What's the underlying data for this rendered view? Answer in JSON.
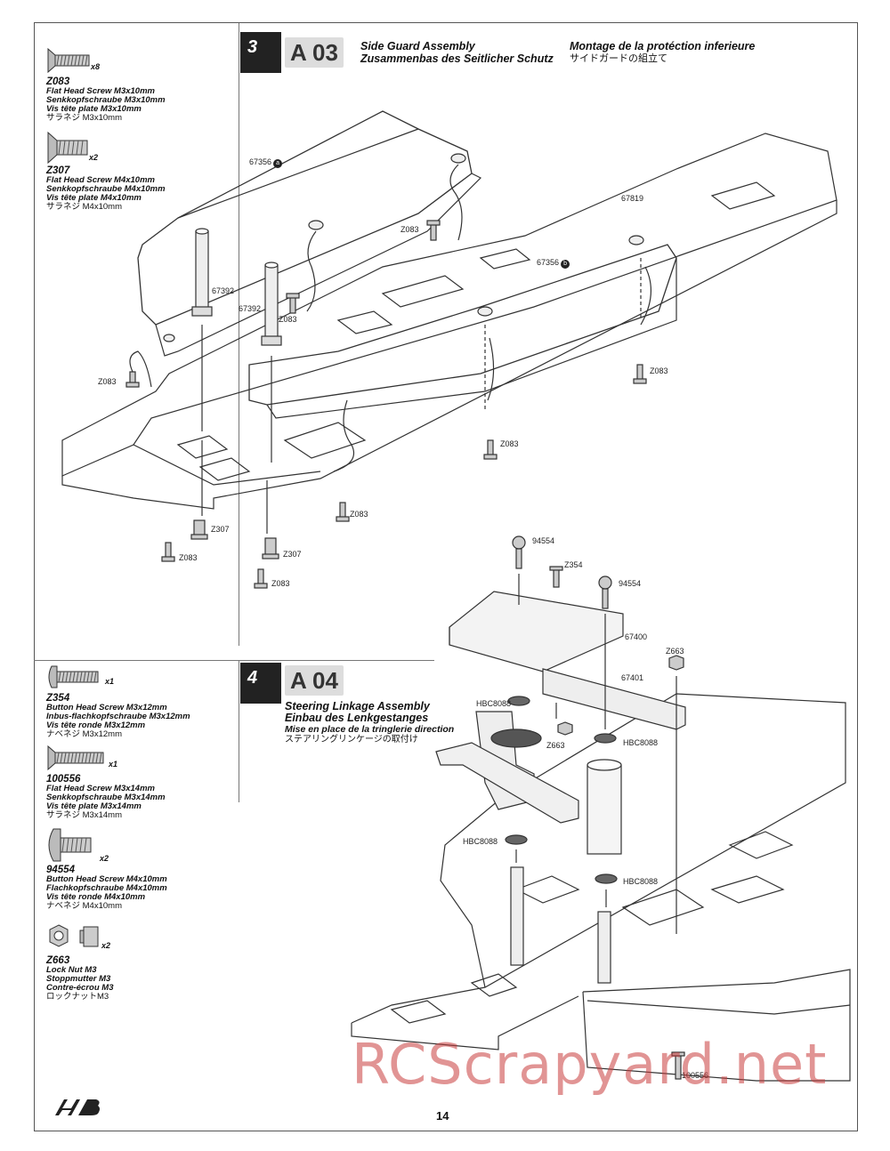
{
  "page": {
    "number": "14",
    "watermark": "RCScrapyard.net"
  },
  "steps": [
    {
      "number": "3",
      "code": "A 03",
      "title_en": "Side Guard Assembly",
      "title_de": "Zusammenbas des Seitlicher Schutz",
      "title_fr": "Montage de la protéction inferieure",
      "title_jp": "サイドガードの組立て"
    },
    {
      "number": "4",
      "code": "A 04",
      "title_en": "Steering Linkage Assembly",
      "title_de": "Einbau des Lenkgestanges",
      "title_fr": "Mise en place de la tringlerie direction",
      "title_jp": "ステアリングリンケージの取付け"
    }
  ],
  "parts_step3": [
    {
      "qty": "x8",
      "code": "Z083",
      "en": "Flat Head Screw M3x10mm",
      "de": "Senkkopfschraube M3x10mm",
      "fr": "Vis tête plate M3x10mm",
      "jp": "サラネジ M3x10mm"
    },
    {
      "qty": "x2",
      "code": "Z307",
      "en": "Flat Head Screw M4x10mm",
      "de": "Senkkopfschraube M4x10mm",
      "fr": "Vis tête plate M4x10mm",
      "jp": "サラネジ M4x10mm"
    }
  ],
  "parts_step4": [
    {
      "qty": "x1",
      "code": "Z354",
      "en": "Button Head Screw M3x12mm",
      "de": "Inbus-flachkopfschraube M3x12mm",
      "fr": "Vis tête ronde M3x12mm",
      "jp": "ナベネジ M3x12mm"
    },
    {
      "qty": "x1",
      "code": "100556",
      "en": "Flat Head Screw M3x14mm",
      "de": "Senkkopfschraube M3x14mm",
      "fr": "Vis tête plate M3x14mm",
      "jp": "サラネジ M3x14mm"
    },
    {
      "qty": "x2",
      "code": "94554",
      "en": "Button Head Screw M4x10mm",
      "de": "Flachkopfschraube M4x10mm",
      "fr": "Vis tête ronde M4x10mm",
      "jp": "ナベネジ M4x10mm"
    },
    {
      "qty": "x2",
      "code": "Z663",
      "en": "Lock Nut M3",
      "de": "Stoppmutter M3",
      "fr": "Contre-écrou M3",
      "jp": "ロックナットM3"
    }
  ],
  "labels_step3": {
    "l1": "67356",
    "l1b": "a",
    "l2": "67819",
    "l3": "Z083",
    "l4": "67356",
    "l4b": "b",
    "l5": "67392",
    "l6": "67392",
    "l7": "Z083",
    "l8": "Z083",
    "l9": "Z083",
    "l10": "Z083",
    "l11": "Z083",
    "l12": "Z307",
    "l13": "Z083",
    "l14": "Z307",
    "l15": "Z083"
  },
  "labels_step4": {
    "m1": "94554",
    "m2": "Z354",
    "m3": "94554",
    "m4": "67400",
    "m5": "Z663",
    "m6": "67401",
    "m7": "HBC8088",
    "m8": "Z663",
    "m9": "HBC8088",
    "m10": "HBC8088",
    "m11": "HBC8088",
    "m12": "100556"
  }
}
